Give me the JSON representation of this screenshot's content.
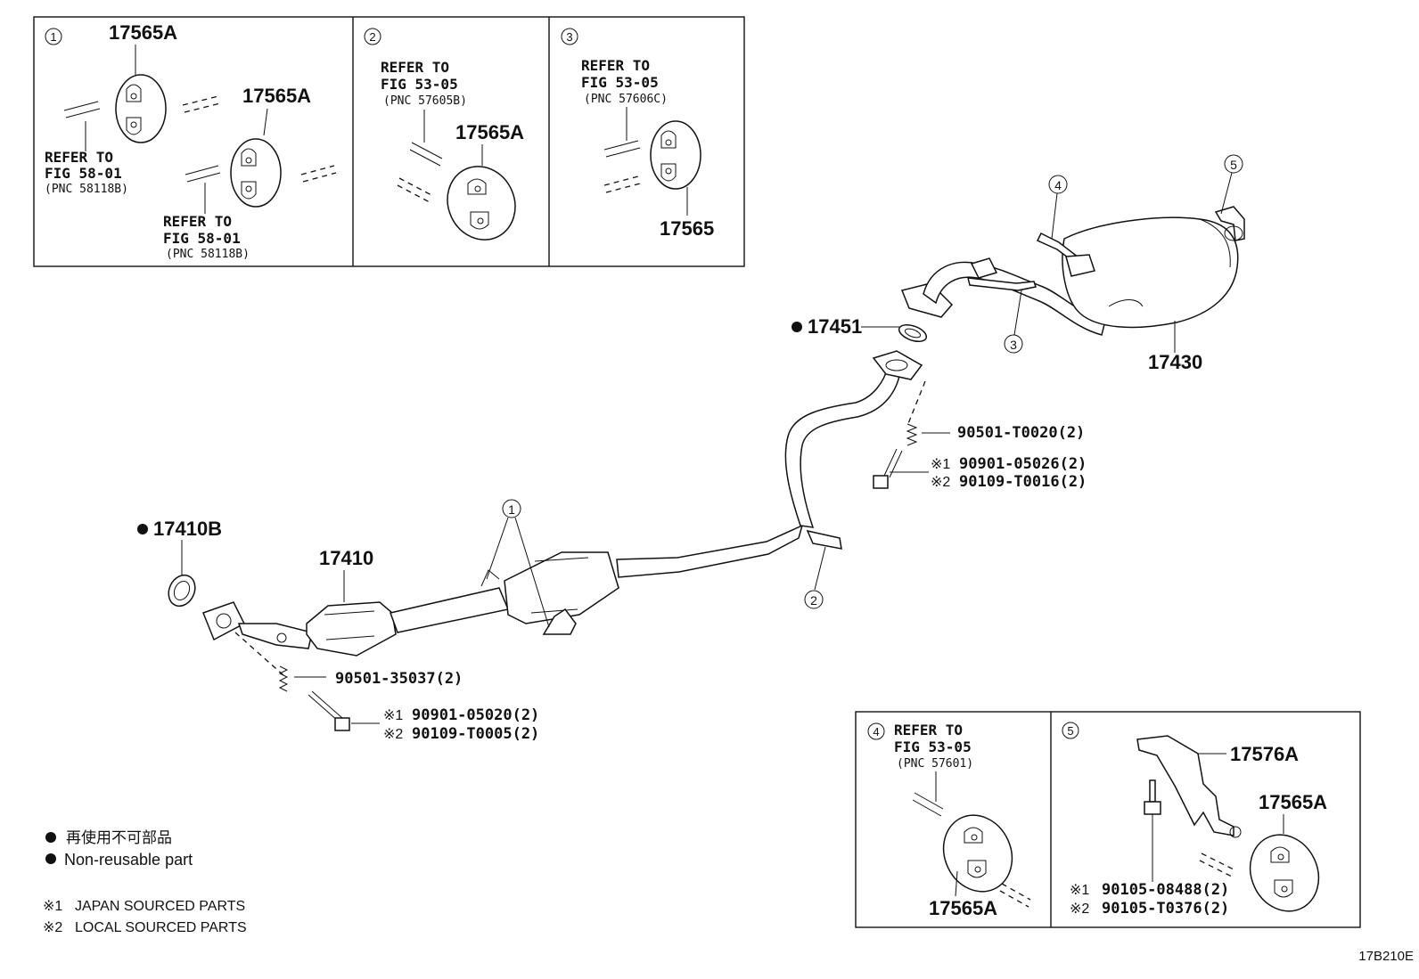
{
  "panel1": {
    "num": "1",
    "part_top": "17565A",
    "part_right": "17565A",
    "ref1_line1": "REFER TO",
    "ref1_line2": "FIG 58-01",
    "ref1_line3": "(PNC 58118B)",
    "ref2_line1": "REFER TO",
    "ref2_line2": "FIG 58-01",
    "ref2_line3": "(PNC 58118B)"
  },
  "panel2": {
    "num": "2",
    "ref_line1": "REFER TO",
    "ref_line2": "FIG 53-05",
    "ref_line3": "(PNC 57605B)",
    "part": "17565A"
  },
  "panel3": {
    "num": "3",
    "ref_line1": "REFER TO",
    "ref_line2": "FIG 53-05",
    "ref_line3": "(PNC 57606C)",
    "part": "17565"
  },
  "panel4": {
    "num": "4",
    "ref_line1": "REFER TO",
    "ref_line2": "FIG 53-05",
    "ref_line3": "(PNC 57601)",
    "part": "17565A"
  },
  "panel5": {
    "num": "5",
    "part_bracket": "17576A",
    "part_hanger": "17565A",
    "bolt_j_mark": "※1",
    "bolt_j": "90105-08488(2)",
    "bolt_l_mark": "※2",
    "bolt_l": "90105-T0376(2)"
  },
  "main": {
    "gasket_front": "17410B",
    "front_pipe": "17410",
    "gasket_rear": "17451",
    "muffler": "17430",
    "spring_front": "90501-35037(2)",
    "bolt_front_j_mark": "※1",
    "bolt_front_j": "90901-05020(2)",
    "bolt_front_l_mark": "※2",
    "bolt_front_l": "90109-T0005(2)",
    "spring_rear": "90501-T0020(2)",
    "bolt_rear_j_mark": "※1",
    "bolt_rear_j": "90901-05026(2)",
    "bolt_rear_l_mark": "※2",
    "bolt_rear_l": "90109-T0016(2)",
    "callout_1": "1",
    "callout_2": "2",
    "callout_3": "3",
    "callout_4": "4",
    "callout_5": "5"
  },
  "legend": {
    "nonreuse_jp": "再使用不可部品",
    "nonreuse_en": "Non-reusable part",
    "japan_mark": "※1",
    "japan_text": "JAPAN SOURCED PARTS",
    "local_mark": "※2",
    "local_text": "LOCAL SOURCED PARTS"
  },
  "figure_code": "17B210E"
}
